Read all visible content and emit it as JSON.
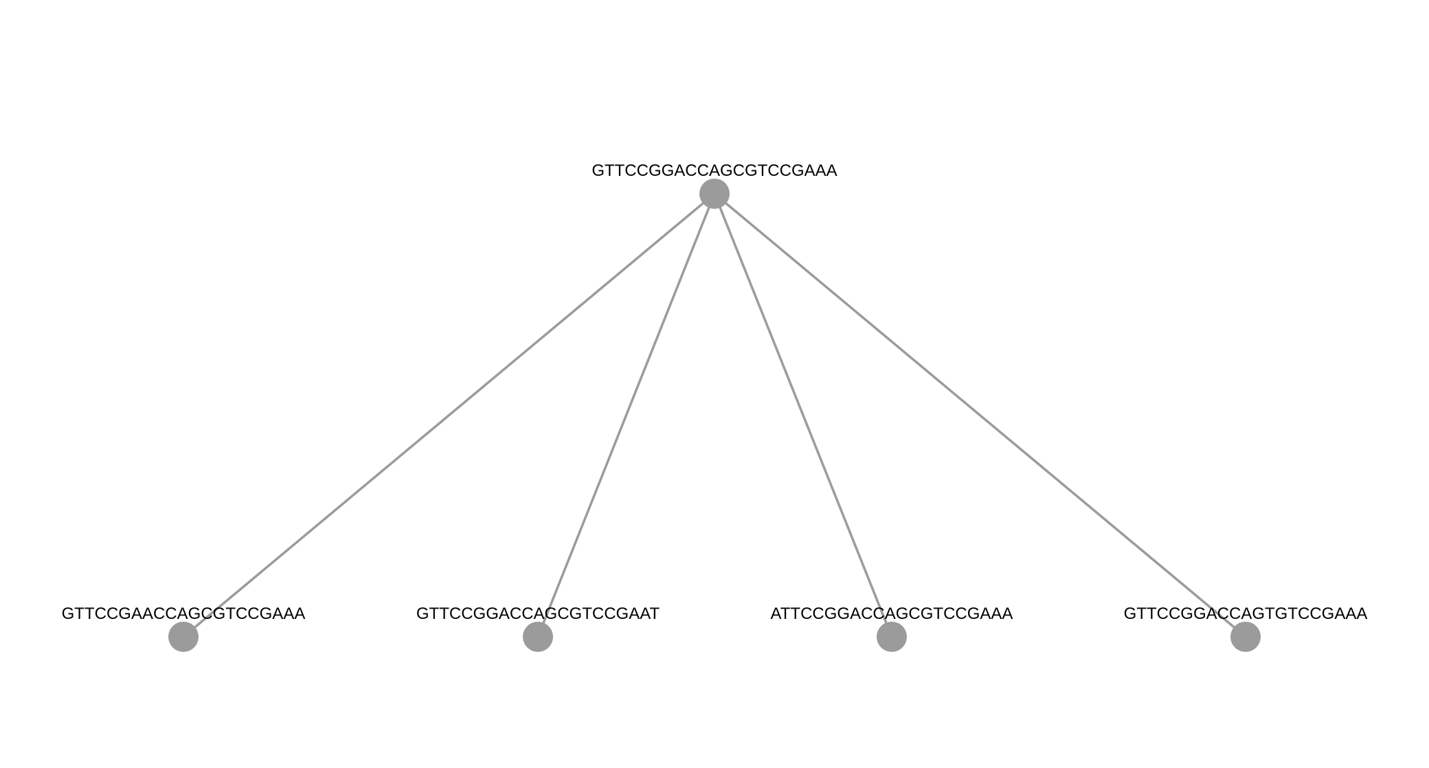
{
  "tree": {
    "root": {
      "label": "GTTCCGGACCAGCGTCCGAAA"
    },
    "children": [
      {
        "label": "GTTCCGAACCAGCGTCCGAAA"
      },
      {
        "label": "GTTCCGGACCAGCGTCCGAAT"
      },
      {
        "label": "ATTCCGGACCAGCGTCCGAAA"
      },
      {
        "label": "GTTCCGGACCAGTGTCCGAAA"
      }
    ]
  },
  "colors": {
    "node": "#9b9b9b",
    "edge": "#9b9b9b",
    "label": "#000000",
    "background": "#ffffff"
  }
}
